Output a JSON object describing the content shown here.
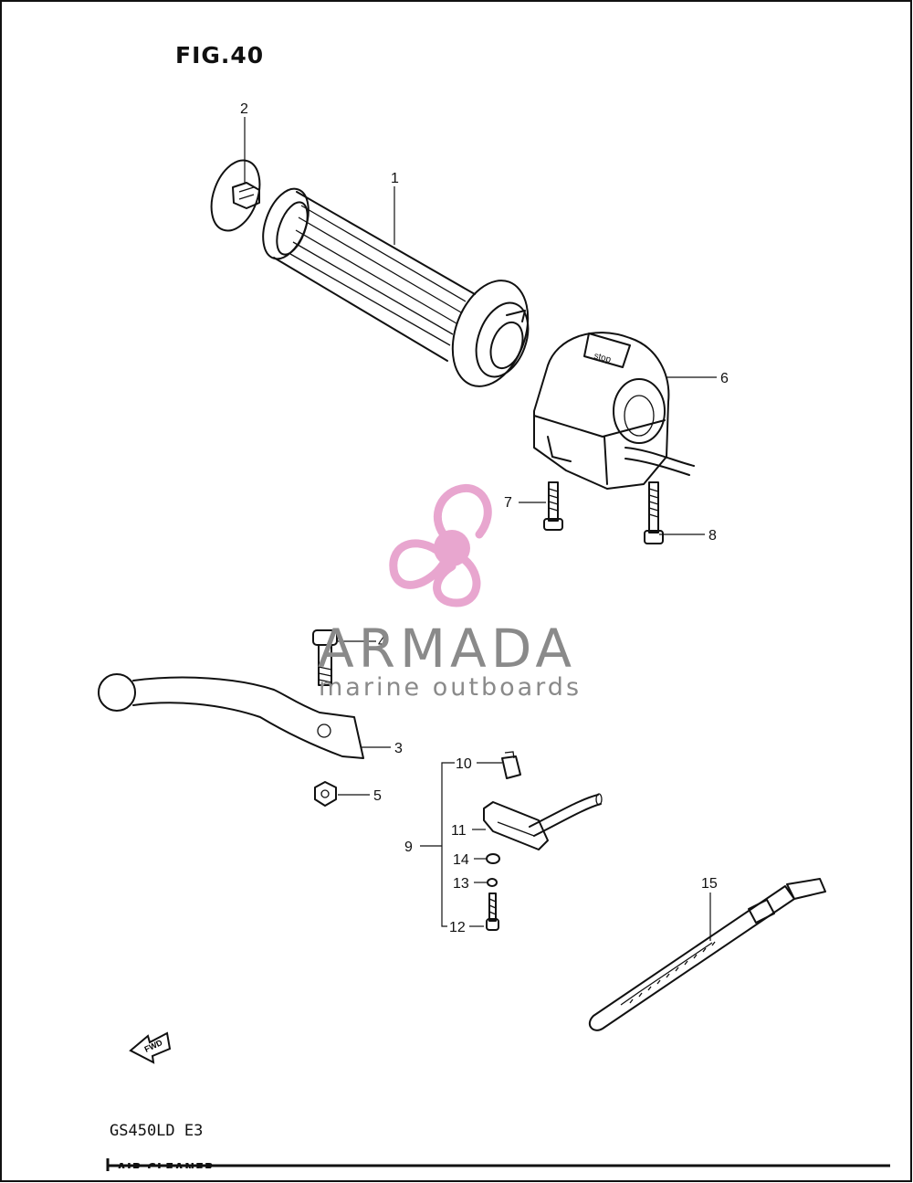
{
  "figure": {
    "title": "FIG.40"
  },
  "model_code": "GS450LD E3",
  "footer_text": "AIR CLEANER",
  "watermark": {
    "name": "ARMADA",
    "subtitle": "marine outboards",
    "logo_color": "#e8a6cf",
    "text_color": "#8a8a8a"
  },
  "fwd_label": "FWD",
  "callouts": [
    "1",
    "2",
    "3",
    "4",
    "5",
    "6",
    "7",
    "8",
    "9",
    "10",
    "11",
    "12",
    "13",
    "14",
    "15"
  ],
  "parts": [
    {
      "id": "1",
      "icon": "handlebar-grip-icon"
    },
    {
      "id": "2",
      "icon": "grip-end-cap-icon"
    },
    {
      "id": "3",
      "icon": "clutch-lever-icon"
    },
    {
      "id": "4",
      "icon": "pivot-bolt-icon"
    },
    {
      "id": "5",
      "icon": "hex-nut-icon"
    },
    {
      "id": "6",
      "icon": "switch-box-icon"
    },
    {
      "id": "7",
      "icon": "screw-icon"
    },
    {
      "id": "8",
      "icon": "screw-icon"
    },
    {
      "id": "9",
      "icon": "bracket-group-icon"
    },
    {
      "id": "10",
      "icon": "clip-icon"
    },
    {
      "id": "11",
      "icon": "switch-bracket-icon"
    },
    {
      "id": "12",
      "icon": "screw-icon"
    },
    {
      "id": "13",
      "icon": "washer-icon"
    },
    {
      "id": "14",
      "icon": "washer-icon"
    },
    {
      "id": "15",
      "icon": "cable-tie-icon"
    }
  ]
}
